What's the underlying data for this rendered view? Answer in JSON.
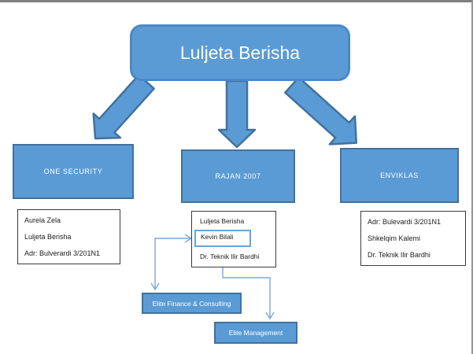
{
  "diagram": {
    "root_label": "Luljeta Berisha",
    "org_boxes": [
      {
        "label": "ONE SECURITY"
      },
      {
        "label": "RAJAN 2007"
      },
      {
        "label": "ENVIKLAS"
      }
    ],
    "detail_boxes": [
      {
        "lines": [
          "Aurela Zela",
          "Luljeta Berisha",
          "Adr: Bulverardi 3/201N1"
        ]
      },
      {
        "lines": [
          "Luljeta Berisha",
          "Kevin Bilali",
          "Dr. Teknik Ilir Bardhi"
        ],
        "highlighted_line": "Kevin Bilali"
      },
      {
        "lines": [
          "Adr: Bulevardi 3/201N1",
          "Shkelqim Kalemi",
          "Dr. Teknik Ilir Bardhi"
        ]
      }
    ],
    "flow_boxes": [
      {
        "label": "Elite Finance & Consulting"
      },
      {
        "label": "Elite Management"
      }
    ],
    "colors": {
      "shape_fill": "#5b9bd5",
      "shape_border": "#41719c",
      "connector_line": "#7ea6d9",
      "detail_box_border": "#3a3a3a",
      "text_on_blue": "#ffffff",
      "text_on_white": "#1b1b1b"
    }
  }
}
